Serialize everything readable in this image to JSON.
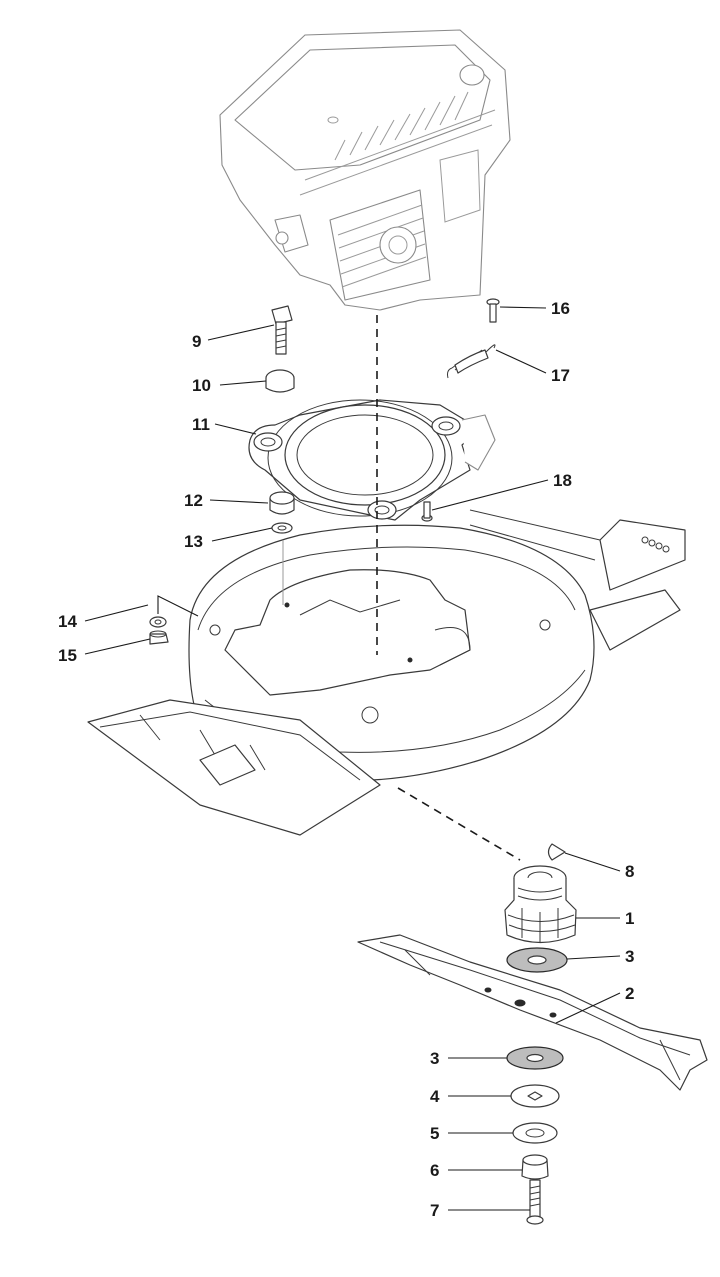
{
  "labels": {
    "l1": "1",
    "l2": "2",
    "l3a": "3",
    "l3b": "3",
    "l4": "4",
    "l5": "5",
    "l6": "6",
    "l7": "7",
    "l8": "8",
    "l9": "9",
    "l10": "10",
    "l11": "11",
    "l12": "12",
    "l13": "13",
    "l14": "14",
    "l15": "15",
    "l16": "16",
    "l17": "17",
    "l18": "18"
  },
  "colors": {
    "line": "#3a3a3a",
    "ghost": "#8a8a8a",
    "mesh": "#bdbdbd",
    "background": "#ffffff"
  }
}
